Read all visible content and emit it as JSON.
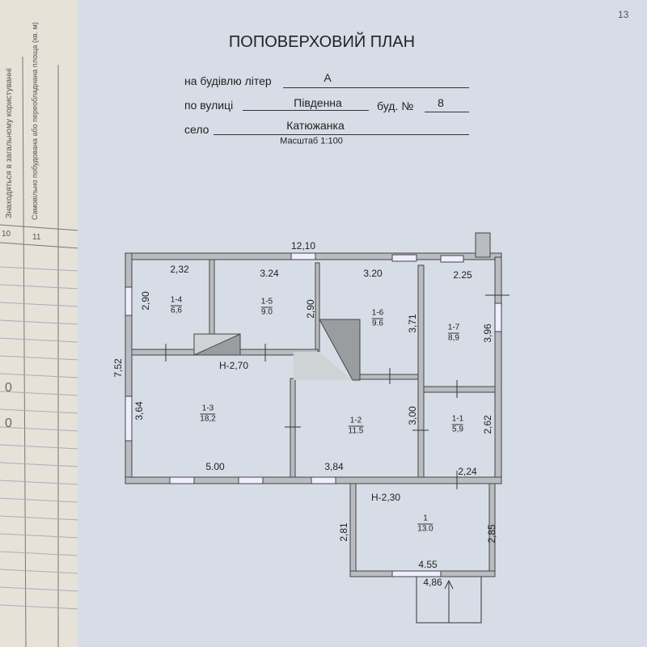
{
  "page_number": "13",
  "title": "ПОПОВЕРХОВИЙ ПЛАН",
  "header": {
    "building_label": "на будівлю літер",
    "building_value": "А",
    "street_label": "по вулиці",
    "street_value": "Південна",
    "house_label": "буд. №",
    "house_value": "8",
    "village_label": "село",
    "village_value": "Катюжанка",
    "scale": "Масштаб 1:100"
  },
  "left_page": {
    "column_10_header": "Знаходяться в загальному користуванні",
    "column_11_header": "Самовільно побудована або переобладнана площа (кв. м)",
    "column_10_number": "10",
    "column_11_number": "11",
    "marks": [
      "0",
      "0"
    ]
  },
  "plan": {
    "overall_length": "12,10",
    "overall_width": "7,52",
    "height_main": "Н-2,70",
    "height_porch": "Н-2,30",
    "rooms": [
      {
        "id": "1-4",
        "area": "6,6"
      },
      {
        "id": "1-5",
        "area": "9.0"
      },
      {
        "id": "1-6",
        "area": "9.6"
      },
      {
        "id": "1-7",
        "area": "8,9"
      },
      {
        "id": "1-3",
        "area": "18,2"
      },
      {
        "id": "1-2",
        "area": "11.5"
      },
      {
        "id": "1-1",
        "area": "5,9"
      },
      {
        "id": "1",
        "area": "13.0"
      }
    ],
    "dimensions": {
      "d_2_32": "2,32",
      "d_3_24": "3.24",
      "d_3_20": "3.20",
      "d_2_25": "2.25",
      "d_2_90_a": "2,90",
      "d_2_90_b": "2,90",
      "d_3_71": "3,71",
      "d_3_96": "3,96",
      "d_3_64": "3,64",
      "d_3_00": "3,00",
      "d_2_62": "2,62",
      "d_5_00": "5.00",
      "d_3_84": "3,84",
      "d_2_24": "2,24",
      "d_2_81": "2,81",
      "d_2_85": "2,85",
      "d_4_55": "4.55",
      "d_4_86": "4,86"
    }
  }
}
